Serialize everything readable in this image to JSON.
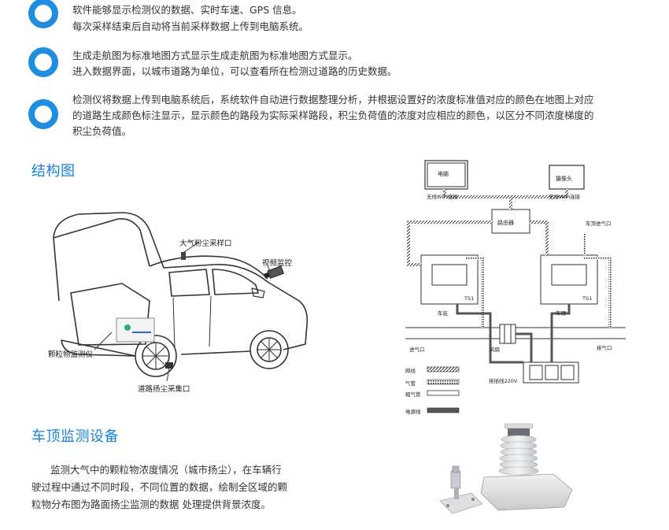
{
  "bullets": [
    {
      "lines": [
        "软件能够显示检测仪的数据、实时车速、GPS 信息。",
        "每次采样结束后自动将当前采样数据上传到电脑系统。"
      ]
    },
    {
      "lines": [
        "生成走航图为标准地图方式显示生成走航图为标准地图方式显示。",
        "进入数据界面，以城市道路为单位，可以查看所在检测过道路的历史数据。"
      ]
    },
    {
      "lines": [
        "检测仪将数据上传到电脑系统后，系统软件自动进行数据整理分析，并根据设置好的浓度标准值对应的颜色在地图上对应",
        "的道路生成颜色标注显示，显示颜色的路段为实际采样路段，积尘负荷值的浓度对应相应的颜色，以区分不同浓度梯度的",
        "积尘负荷值。"
      ]
    }
  ],
  "section1": {
    "title": "结构图"
  },
  "car_diagram": {
    "label_sampling_port": "大气粉尘采样口",
    "label_video": "视频监控",
    "label_monitor": "颗粒物监测仪",
    "label_road_dust": "道路扬尘采集口"
  },
  "system_diagram": {
    "computer": "电脑",
    "computer_sub": "无线WIFI连接",
    "camera": "摄像头",
    "camera_sub": "无线WIFI连接",
    "router": "路由器",
    "roof_inlet": "车顶进气口",
    "ts1_left": "TS1",
    "ts1_right": "TS1",
    "bottom_label": "车底",
    "top_label": "车顶",
    "air_in": "进气口",
    "fan": "风扇",
    "air_out": "排气口",
    "power_strip": "排插线220V",
    "legend": [
      "网线",
      "气管",
      "粗气管",
      "电源线"
    ]
  },
  "section2": {
    "title": "车顶监测设备"
  },
  "paragraph": {
    "lines": [
      "监测大气中的颗粒物浓度情况（城市扬尘），在车辆行",
      "驶过程中通过不同时段，不同位置的数据，绘制全区域的颗",
      "粒物分布图为路面扬尘监测的数据 处理提供背景浓度。"
    ]
  }
}
